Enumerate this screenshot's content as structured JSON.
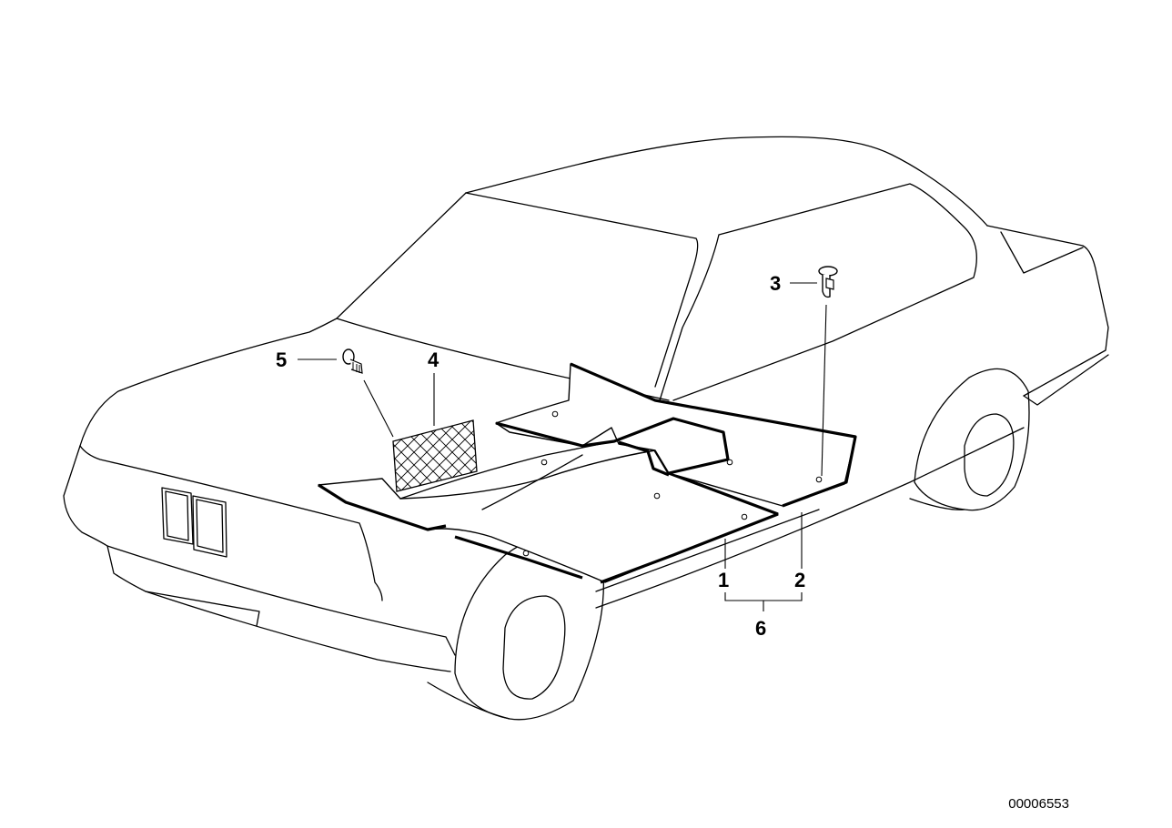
{
  "callouts": {
    "c1": "1",
    "c2": "2",
    "c3": "3",
    "c4": "4",
    "c5": "5",
    "c6": "6"
  },
  "document_number": "00006553",
  "colors": {
    "line": "#000000",
    "background": "#ffffff"
  }
}
